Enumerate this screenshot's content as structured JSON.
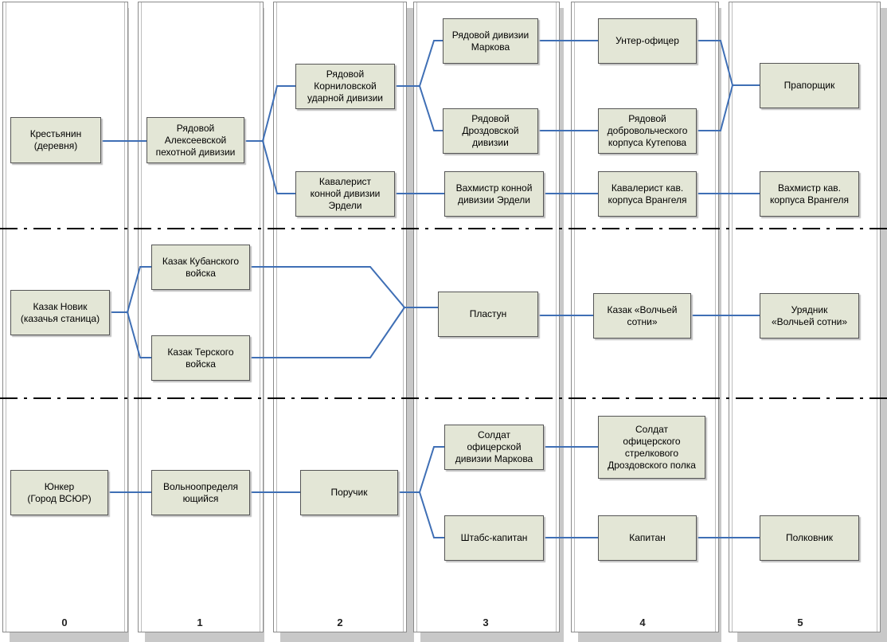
{
  "columns": [
    {
      "label": "0"
    },
    {
      "label": "1"
    },
    {
      "label": "2"
    },
    {
      "label": "3"
    },
    {
      "label": "4"
    },
    {
      "label": "5"
    }
  ],
  "nodes": {
    "n0a": "Крестьянин\n(деревня)",
    "n1a": "Рядовой\nАлексеевской\nпехотной дивизии",
    "n2a": "Рядовой\nКорниловской\nударной дивизии",
    "n2b": "Кавалерист\nконной дивизии\nЭрдели",
    "n3a": "Рядовой дивизии\nМаркова",
    "n3b": "Рядовой\nДроздовской\nдивизии",
    "n3c": "Вахмистр конной\nдивизии Эрдели",
    "n4a": "Унтер-офицер",
    "n4b": "Рядовой\nдобровольческого\nкорпуса Кутепова",
    "n4c": "Кавалерист кав.\nкорпуса Врангеля",
    "n5a": "Прапорщик",
    "n5b": "Вахмистр кав.\nкорпуса Врангеля",
    "n0b": "Казак Новик\n(казачья станица)",
    "n1b": "Казак  Кубанского\nвойска",
    "n1c": "Казак Терского\nвойска",
    "n3d": "Пластун",
    "n4d": "Казак «Волчьей\nсотни»",
    "n5c": "Урядник\n«Волчьей сотни»",
    "n0c": "Юнкер\n(Город ВСЮР)",
    "n1d": "Вольноопределя\nющийся",
    "n2c": "Поручик",
    "n3e": "Солдат\nофицерской\nдивизии Маркова",
    "n3f": "Штабс-капитан",
    "n4e": "Солдат\nофицерского\nстрелкового\nДроздовского полка",
    "n4f": "Капитан",
    "n5d": "Полковник"
  }
}
